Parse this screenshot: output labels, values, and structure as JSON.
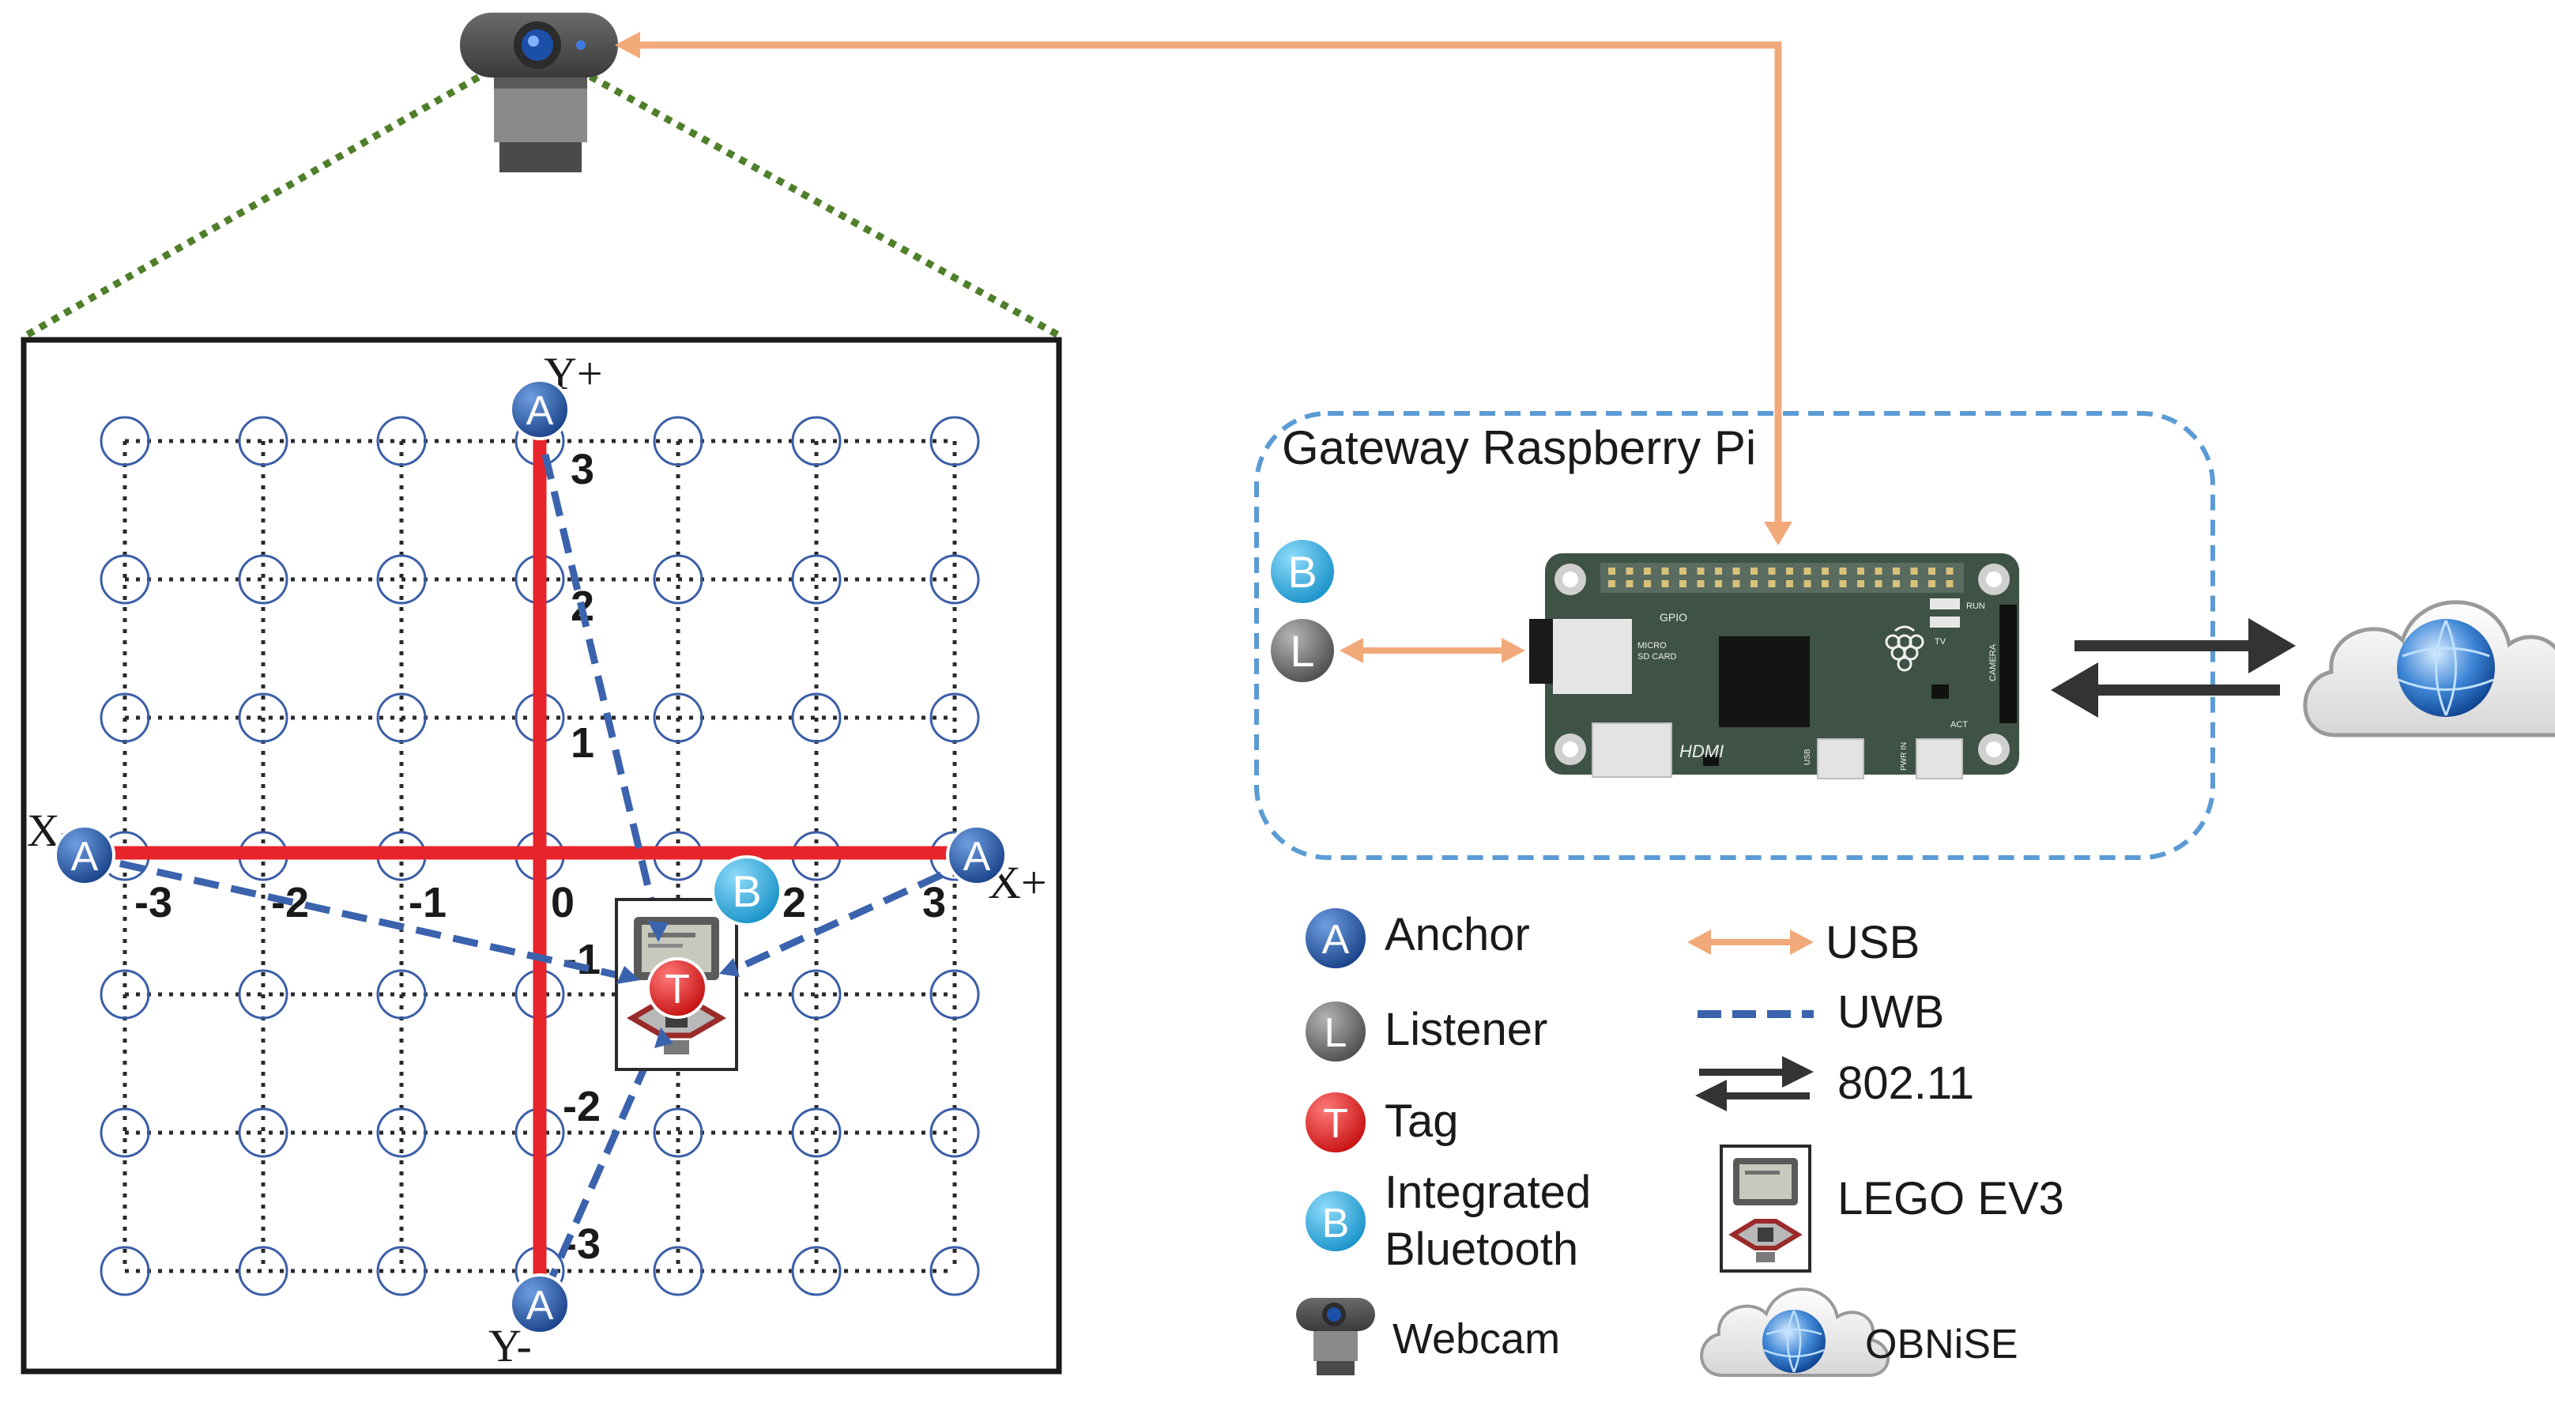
{
  "grid": {
    "x_ticks": [
      "-3",
      "-2",
      "-1",
      "0",
      "2",
      "3"
    ],
    "y_ticks": [
      "3",
      "2",
      "1",
      "-1",
      "-2",
      "-3"
    ],
    "axis_x_minus": "X-",
    "axis_x_plus": "X+",
    "axis_y_plus": "Y+",
    "axis_y_minus": "Y-"
  },
  "badges": {
    "anchor": "A",
    "listener": "L",
    "tag": "T",
    "bluetooth": "B"
  },
  "gateway": {
    "title": "Gateway Raspberry Pi"
  },
  "board": {
    "gpio": "GPIO",
    "microsd_line1": "MICRO",
    "microsd_line2": "SD CARD",
    "run": "RUN",
    "tv": "TV",
    "camera": "CAMERA",
    "act": "ACT",
    "hdmi": "HDMI",
    "usb": "USB",
    "pwr": "PWR IN"
  },
  "legend": {
    "anchor": "Anchor",
    "listener": "Listener",
    "tag": "Tag",
    "bluetooth_line1": "Integrated",
    "bluetooth_line2": "Bluetooth",
    "webcam": "Webcam",
    "usb": "USB",
    "uwb": "UWB",
    "wifi": "802.11",
    "lego": "LEGO EV3",
    "obnise": "OBNiSE"
  },
  "colors": {
    "usb_link": "#f2a97a",
    "uwb_link": "#3b63ad",
    "wifi_link": "#333333",
    "axis_red": "#e8242b",
    "anchor_blue": "#1e5bb5",
    "bluetooth_cyan": "#2aa7de",
    "tag_red": "#e11414",
    "listener_gray": "#6b6b6b",
    "board_green": "#3e5246",
    "container_dash": "#5b9bd5",
    "view_cone": "#4f7f2a"
  }
}
